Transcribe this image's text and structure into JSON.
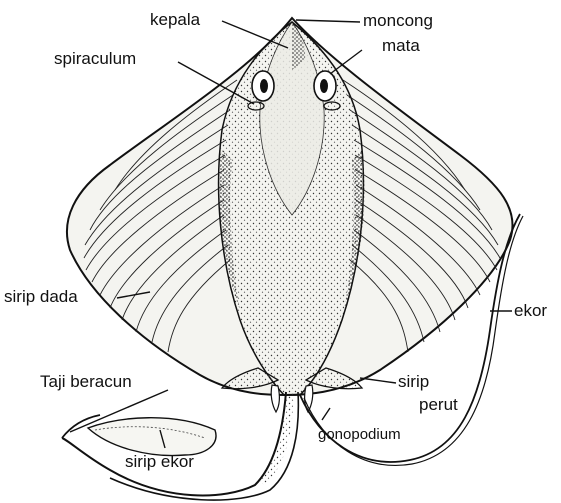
{
  "figure": {
    "labels": {
      "kepala": "kepala",
      "moncong": "moncong",
      "mata": "mata",
      "spiraculum": "spiraculum",
      "sirip_dada": "sirip dada",
      "ekor": "ekor",
      "taji_beracun": "Taji beracun",
      "sirip": "sirip",
      "perut": "perut",
      "gonopodium": "gonopodium",
      "sirip_ekor": "sirip ekor"
    }
  }
}
